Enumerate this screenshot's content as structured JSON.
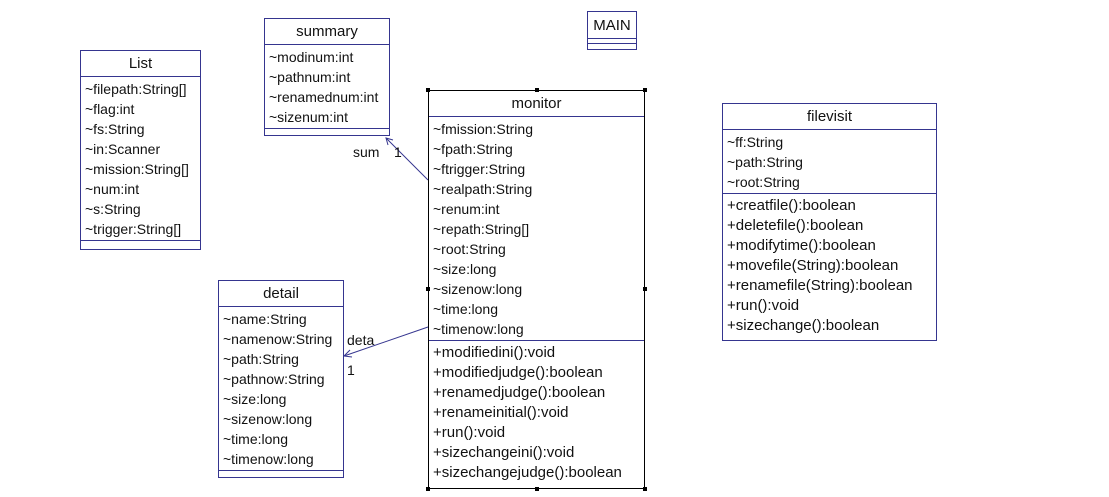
{
  "classes": {
    "list": {
      "name": "List",
      "attributes": [
        "~filepath:String[]",
        "~flag:int",
        "~fs:String",
        "~in:Scanner",
        "~mission:String[]",
        "~num:int",
        "~s:String",
        "~trigger:String[]"
      ]
    },
    "summary": {
      "name": "summary",
      "attributes": [
        "~modinum:int",
        "~pathnum:int",
        "~renamednum:int",
        "~sizenum:int"
      ]
    },
    "main": {
      "name": "MAIN"
    },
    "monitor": {
      "name": "monitor",
      "attributes": [
        "~fmission:String",
        "~fpath:String",
        "~ftrigger:String",
        "~realpath:String",
        "~renum:int",
        "~repath:String[]",
        "~root:String",
        "~size:long",
        "~sizenow:long",
        "~time:long",
        "~timenow:long"
      ],
      "methods": [
        "+modifiedini():void",
        "+modifiedjudge():boolean",
        "+renamedjudge():boolean",
        "+renameinitial():void",
        "+run():void",
        "+sizechangeini():void",
        "+sizechangejudge():boolean"
      ]
    },
    "filevisit": {
      "name": "filevisit",
      "attributes": [
        "~ff:String",
        "~path:String",
        "~root:String"
      ],
      "methods": [
        "+creatfile():boolean",
        "+deletefile():boolean",
        "+modifytime():boolean",
        "+movefile(String):boolean",
        "+renamefile(String):boolean",
        "+run():void",
        "+sizechange():boolean"
      ]
    },
    "detail": {
      "name": "detail",
      "attributes": [
        "~name:String",
        "~namenow:String",
        "~path:String",
        "~pathnow:String",
        "~size:long",
        "~sizenow:long",
        "~time:long",
        "~timenow:long"
      ]
    }
  },
  "associations": {
    "sum": {
      "role": "sum",
      "multiplicity": "1"
    },
    "deta": {
      "role": "deta",
      "multiplicity": "1"
    }
  },
  "colors": {
    "border": "#35358f",
    "text": "#111111"
  }
}
